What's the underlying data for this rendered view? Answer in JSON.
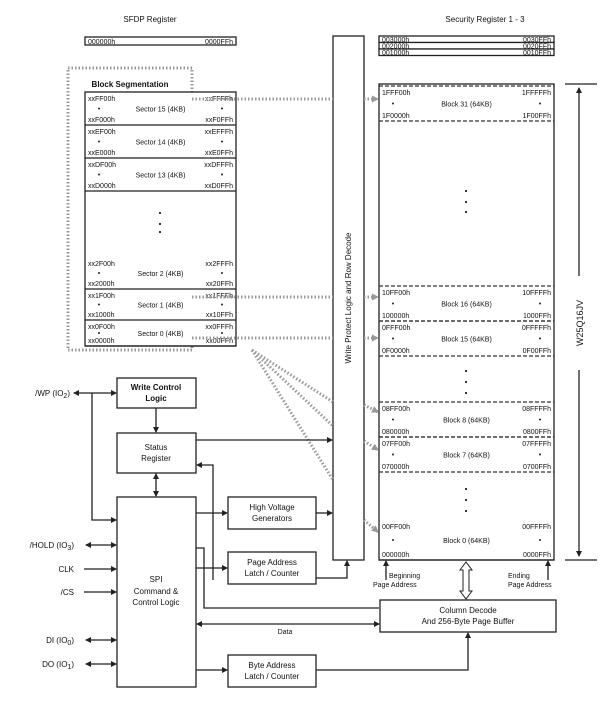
{
  "sfdp": {
    "title": "SFDP Register",
    "start": "000000h",
    "end": "0000FFh"
  },
  "security": {
    "title": "Security Register 1 - 3",
    "rows": [
      {
        "start": "003000h",
        "end": "0030FFh"
      },
      {
        "start": "002000h",
        "end": "0020FFh"
      },
      {
        "start": "001000h",
        "end": "0010FFh"
      }
    ]
  },
  "segmentation": {
    "title": "Block Segmentation",
    "sectors": [
      {
        "label": "Sector 15 (4KB)",
        "tl": "xxFF00h",
        "bl": "xxF000h",
        "tr": "xxFFFFh",
        "br": "xxF0FFh"
      },
      {
        "label": "Sector 14 (4KB)",
        "tl": "xxEF00h",
        "bl": "xxE000h",
        "tr": "xxEFFFh",
        "br": "xxE0FFh"
      },
      {
        "label": "Sector 13 (4KB)",
        "tl": "xxDF00h",
        "bl": "xxD000h",
        "tr": "xxDFFFh",
        "br": "xxD0FFh"
      },
      {
        "label": "Sector 2 (4KB)",
        "tl": "xx2F00h",
        "bl": "xx2000h",
        "tr": "xx2FFFh",
        "br": "xx20FFh"
      },
      {
        "label": "Sector 1 (4KB)",
        "tl": "xx1F00h",
        "bl": "xx1000h",
        "tr": "xx1FFFh",
        "br": "xx10FFh"
      },
      {
        "label": "Sector 0 (4KB)",
        "tl": "xx0F00h",
        "bl": "xx0000h",
        "tr": "xx0FFFh",
        "br": "xx00FFh"
      }
    ],
    "ellipsis": "."
  },
  "memory": {
    "blocks": [
      {
        "label": "Block 31 (64KB)",
        "tl": "1FFF00h",
        "bl": "1F0000h",
        "tr": "1FFFFFh",
        "br": "1F00FFh"
      },
      {
        "label": "Block 16 (64KB)",
        "tl": "10FF00h",
        "bl": "100000h",
        "tr": "10FFFFh",
        "br": "1000FFh"
      },
      {
        "label": "Block 15 (64KB)",
        "tl": "0FFF00h",
        "bl": "0F0000h",
        "tr": "0FFFFFh",
        "br": "0F00FFh"
      },
      {
        "label": "Block 8 (64KB)",
        "tl": "08FF00h",
        "bl": "080000h",
        "tr": "08FFFFh",
        "br": "0800FFh"
      },
      {
        "label": "Block 7 (64KB)",
        "tl": "07FF00h",
        "bl": "070000h",
        "tr": "07FFFFh",
        "br": "0700FFh"
      },
      {
        "label": "Block 0 (64KB)",
        "tl": "00FF00h",
        "bl": "000000h",
        "tr": "00FFFFh",
        "br": "0000FFh"
      }
    ],
    "device_label": "W25Q16JV",
    "beginning_label_1": "Beginning",
    "beginning_label_2": "Page Address",
    "ending_label_1": "Ending",
    "ending_label_2": "Page Address"
  },
  "blocks": {
    "write_protect": "Write Protect Logic and Row Decode",
    "write_control_1": "Write Control",
    "write_control_2": "Logic",
    "status_1": "Status",
    "status_2": "Register",
    "hv_1": "High Voltage",
    "hv_2": "Generators",
    "page_addr_1": "Page Address",
    "page_addr_2": "Latch / Counter",
    "spi_1": "SPI",
    "spi_2": "Command &",
    "spi_3": "Control Logic",
    "column_1": "Column Decode",
    "column_2": "And 256-Byte Page Buffer",
    "byte_addr_1": "Byte Address",
    "byte_addr_2": "Latch / Counter",
    "data_label": "Data"
  },
  "pins": {
    "wp": "/WP (IO",
    "wp_sub": "2",
    "hold": "/HOLD (IO",
    "hold_sub": "3",
    "clk": "CLK",
    "cs": "/CS",
    "di": "DI (IO",
    "di_sub": "0",
    "do": "DO (IO",
    "do_sub": "1"
  }
}
